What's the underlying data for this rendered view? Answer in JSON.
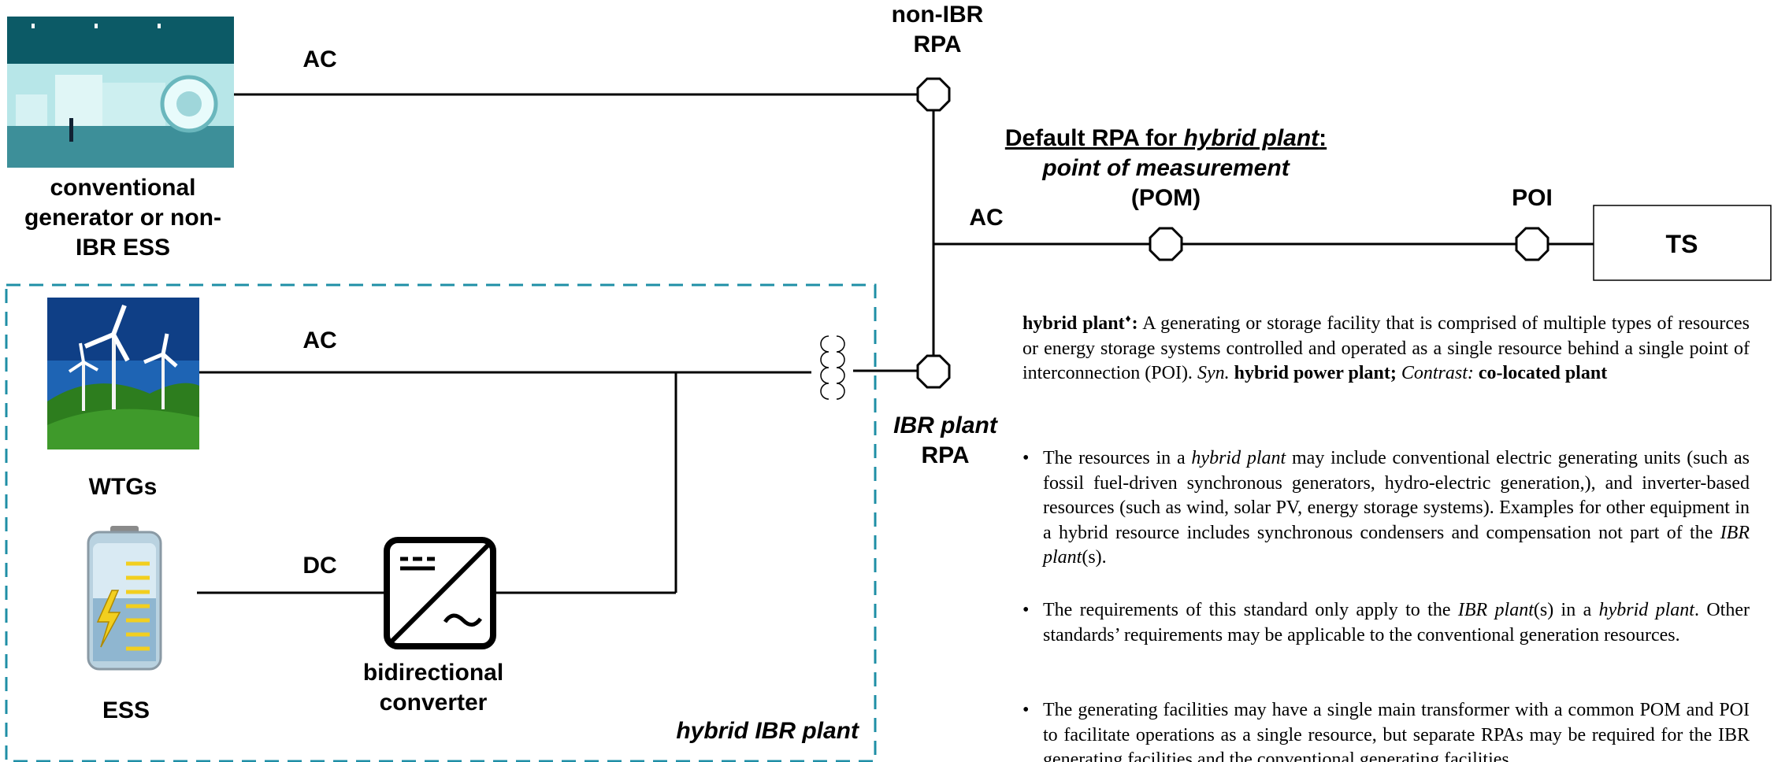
{
  "labels": {
    "non_ibr_rpa_1": "non-IBR",
    "non_ibr_rpa_2": "RPA",
    "ac_top": "AC",
    "ac_mid": "AC",
    "ac_wtg": "AC",
    "dc": "DC",
    "conventional_1": "conventional",
    "conventional_2": "generator or non-",
    "conventional_3": "IBR ESS",
    "default_rpa_prefix": "Default RPA for ",
    "default_rpa_italic": "hybrid plant",
    "default_rpa_suffix": ":",
    "pom_1": "point of measurement",
    "pom_2": "(POM)",
    "poi": "POI",
    "ts": "TS",
    "ibr_rpa_1": "IBR plant",
    "ibr_rpa_2": "RPA",
    "wtgs": "WTGs",
    "ess": "ESS",
    "converter_1": "bidirectional",
    "converter_2": "converter",
    "hybrid_box": "hybrid IBR plant"
  },
  "definition": {
    "term": "hybrid plant",
    "term_mark": "♦",
    "colon": ":",
    "text": " A generating or storage facility that is comprised of multiple types of resources or energy storage systems controlled and operated as a single resource behind a single point of interconnection (POI). ",
    "syn_label": "Syn.",
    "syn_term": " hybrid power plant;",
    "contrast_label": " Contrast:",
    "contrast_term": " co-located plant"
  },
  "bullets": {
    "b1_a": "The resources in a ",
    "b1_i": "hybrid plant",
    "b1_b": " may include conventional electric generating units (such as fossil fuel-driven synchronous generators, hydro-electric generation,), and inverter-based resources (such as wind, solar PV, energy storage systems). Examples for other equipment in a hybrid resource includes synchronous condensers and compensation not part of the ",
    "b1_i2": "IBR plant",
    "b1_c": "(s).",
    "b2_a": "The requirements of this standard only apply to the ",
    "b2_i": "IBR plant",
    "b2_b": "(s) in a ",
    "b2_i2": "hybrid plant",
    "b2_c": ". Other standards’ requirements may be applicable to the conventional generation resources.",
    "b3_a": "The generating facilities may have a single main transformer with a common POM and POI to facilitate operations as a single resource, but separate RPAs may be required for the IBR generating facilities and the conventional generating facilities",
    "bullet_char": "•"
  },
  "colors": {
    "line": "#000000",
    "dashed_box": "#1f8fa6",
    "hall": "#a9dde0",
    "sky": "#1e64b4",
    "grass": "#2d7d1e",
    "battery_yellow": "#f2cf1f"
  }
}
